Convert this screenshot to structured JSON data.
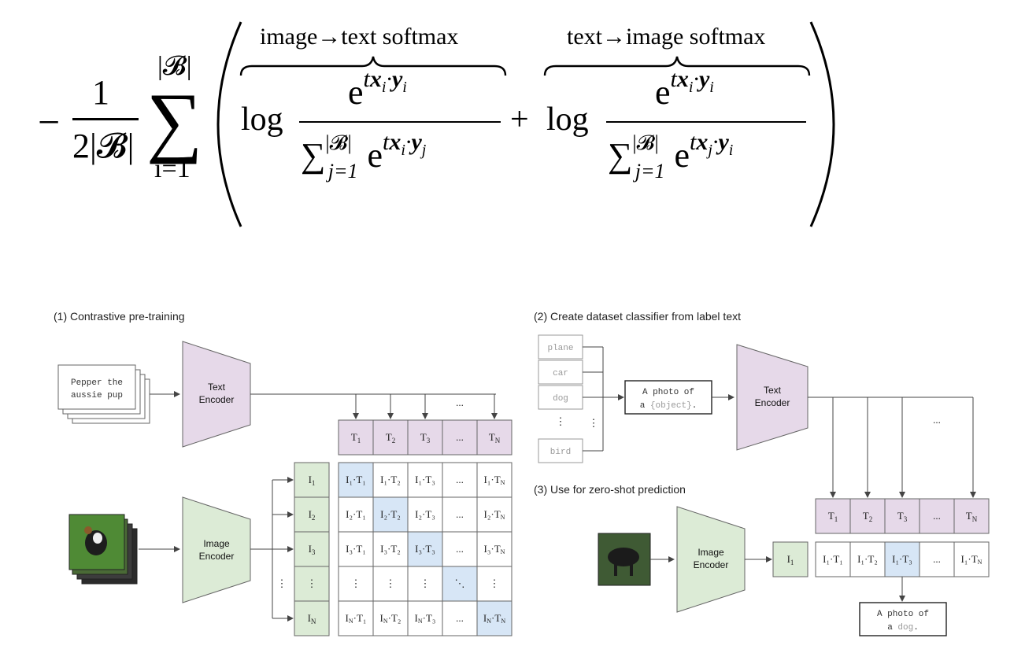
{
  "formula": {
    "minus": "−",
    "frac_num": "1",
    "frac_den": "2|𝓑|",
    "sum_top": "|𝓑|",
    "sum_bottom": "i=1",
    "brace_left_label": "image→text softmax",
    "brace_right_label": "text→image softmax",
    "log": "log",
    "plus": "+",
    "num_left": "e",
    "num_left_sup": "tx_i·y_i",
    "den_left": "∑",
    "den_left_sub": "j=1",
    "den_left_sup": "|𝓑|",
    "den_left_exp": "tx_i·y_j",
    "num_right_sup": "tx_i·y_i",
    "den_right_exp": "tx_j·y_i"
  },
  "diagram": {
    "section1_title": "(1) Contrastive pre-training",
    "section2_title": "(2) Create dataset classifier from label text",
    "section3_title": "(3) Use for zero-shot prediction",
    "text_encoder": "Text Encoder",
    "image_encoder": "Image Encoder",
    "caption_line1": "Pepper the",
    "caption_line2": "aussie pup",
    "text_tokens": [
      "T1",
      "T2",
      "T3",
      "...",
      "TN"
    ],
    "image_tokens": [
      "I1",
      "I2",
      "I3",
      "⋮",
      "IN"
    ],
    "labels": [
      "plane",
      "car",
      "dog",
      "⋮",
      "bird"
    ],
    "prompt_line1": "A photo of",
    "prompt_line2_prefix": "a ",
    "prompt_line2_object": "{object}",
    "prompt_line2_suffix": ".",
    "result_line1": "A photo of",
    "result_line2_prefix": "a ",
    "result_line2_object": "dog",
    "result_line2_suffix": ".",
    "zs_image_token": "I1",
    "zs_text_tokens": [
      "T1",
      "T2",
      "T3",
      "...",
      "TN"
    ],
    "zs_products": [
      "I1·T1",
      "I1·T2",
      "I1·T3",
      "...",
      "I1·TN"
    ]
  },
  "colors": {
    "text_encoder_fill": "#e6d9e9",
    "image_encoder_fill": "#dcebd6",
    "highlight_fill": "#d7e6f6",
    "stroke": "#555555"
  }
}
